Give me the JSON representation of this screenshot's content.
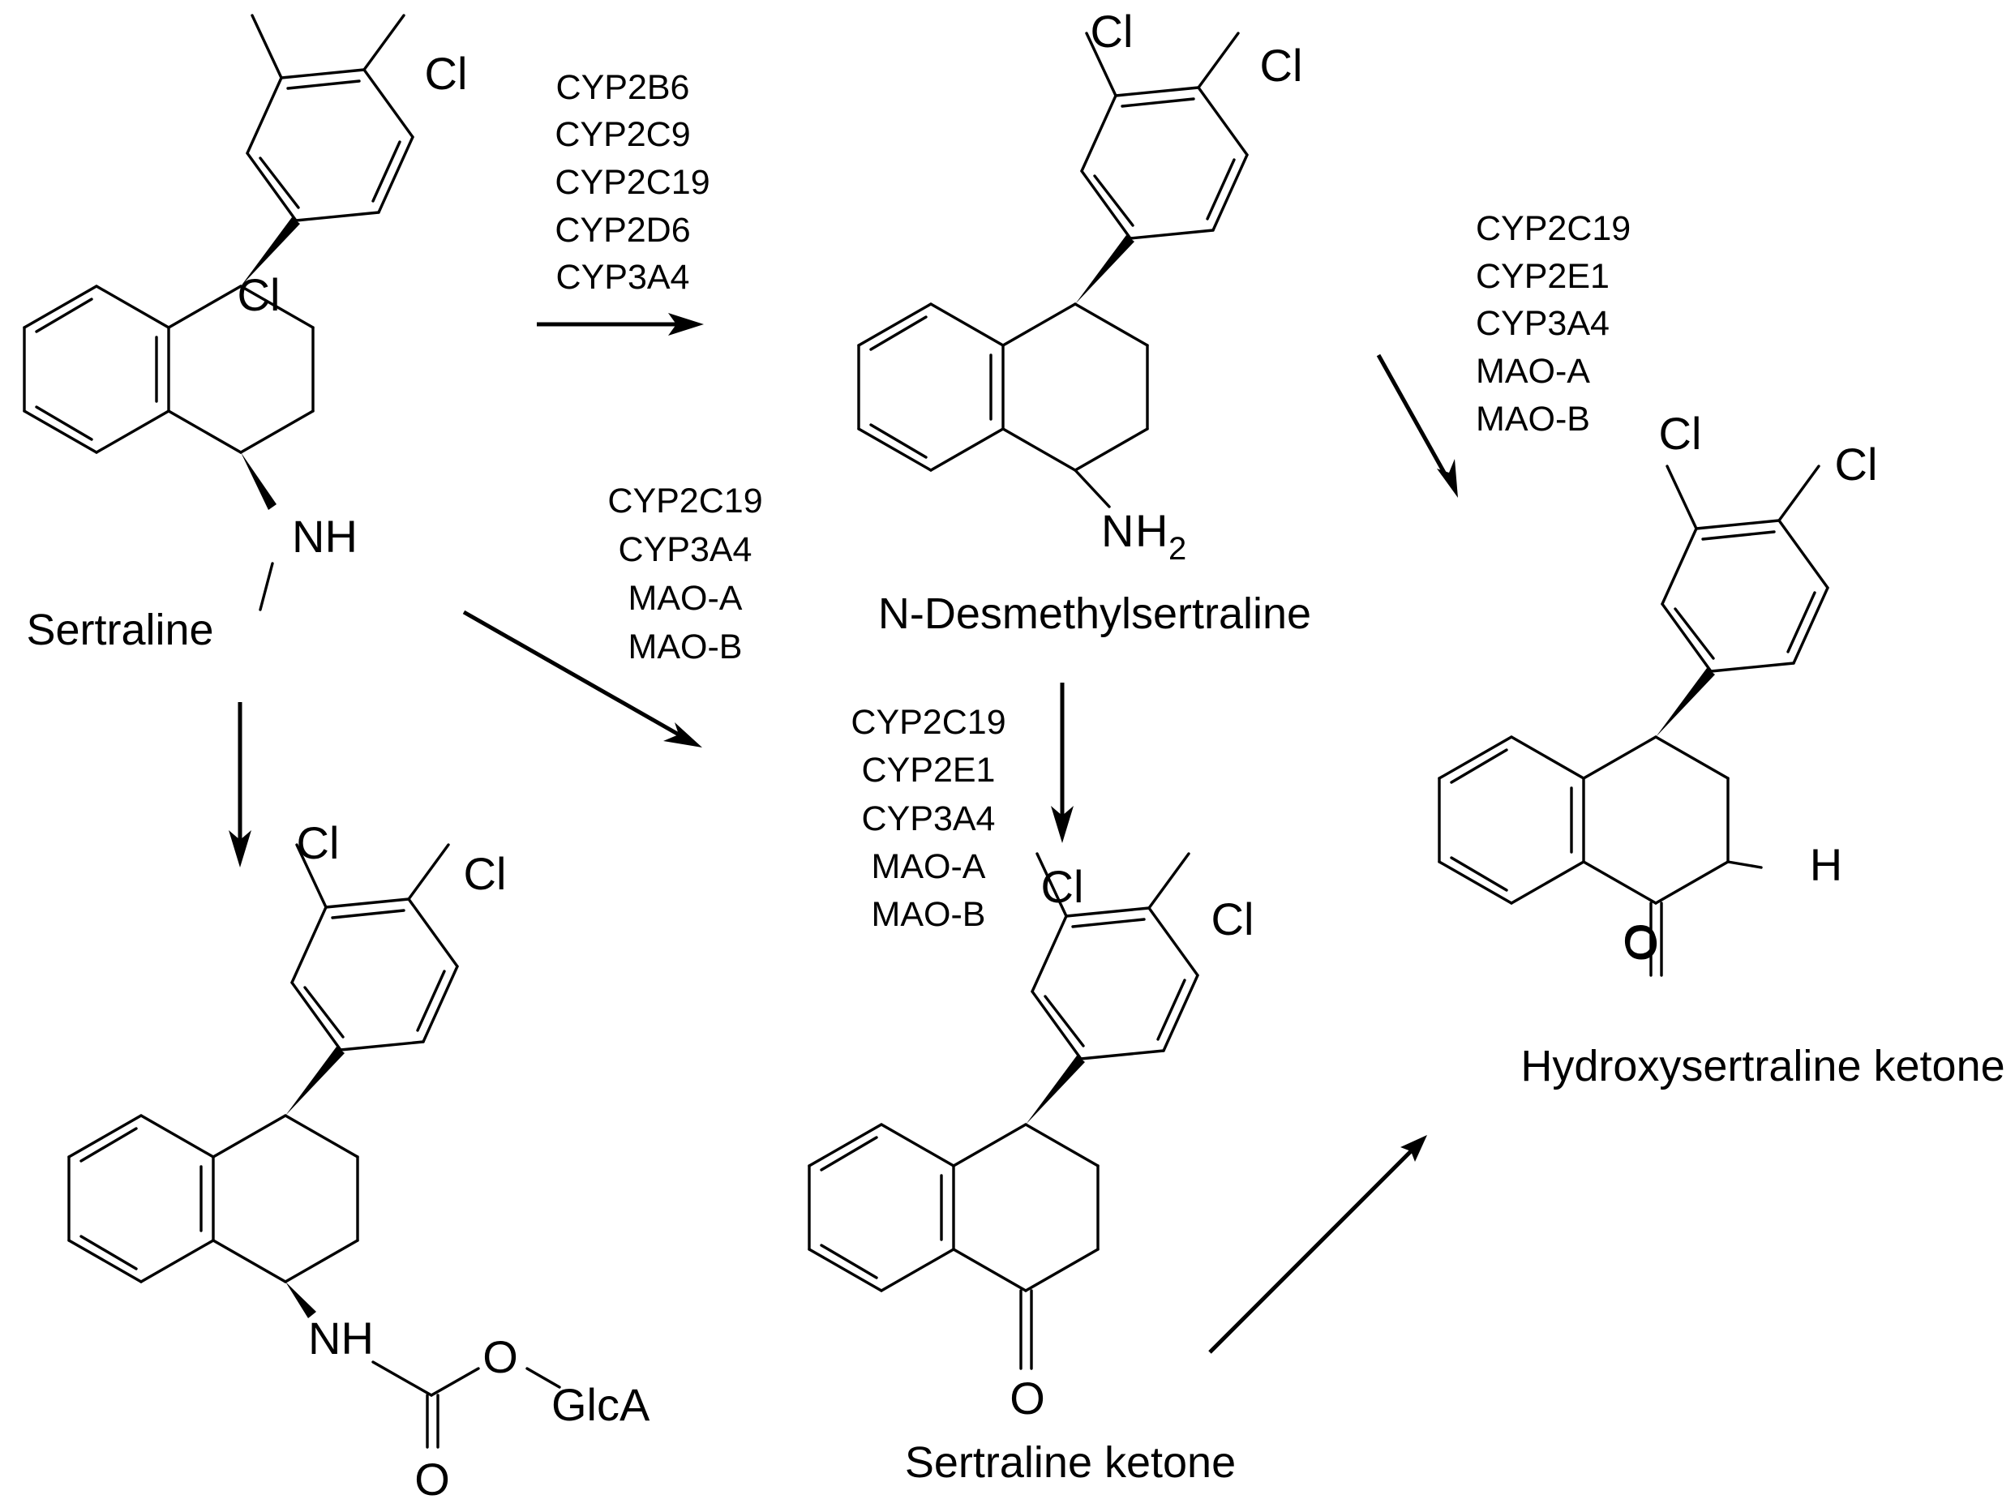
{
  "atoms": {
    "cl": "Cl",
    "nh": "NH",
    "n": "N",
    "h": "H",
    "sub2": "2",
    "o": "O",
    "oh_o": "O",
    "oh_h": "H",
    "glca": "GlcA"
  },
  "compounds": {
    "sertraline": "Sertraline",
    "desmethyl": "N-Desmethylsertraline",
    "ketone": "Sertraline ketone",
    "hydroxy": "Hydroxysertraline ketone"
  },
  "enzymes": {
    "sert_to_desmethyl": [
      "CYP2B6",
      "CYP2C9",
      "CYP2C19",
      "CYP2D6",
      "CYP3A4"
    ],
    "sert_to_ketone": [
      "CYP2C19",
      "CYP3A4",
      "MAO-A",
      "MAO-B"
    ],
    "desmethyl_to_ketone": [
      "CYP2C19",
      "CYP2E1",
      "CYP3A4",
      "MAO-A",
      "MAO-B"
    ],
    "desmethyl_to_hydroxy": [
      "CYP2C19",
      "CYP2E1",
      "CYP3A4",
      "MAO-A",
      "MAO-B"
    ]
  }
}
